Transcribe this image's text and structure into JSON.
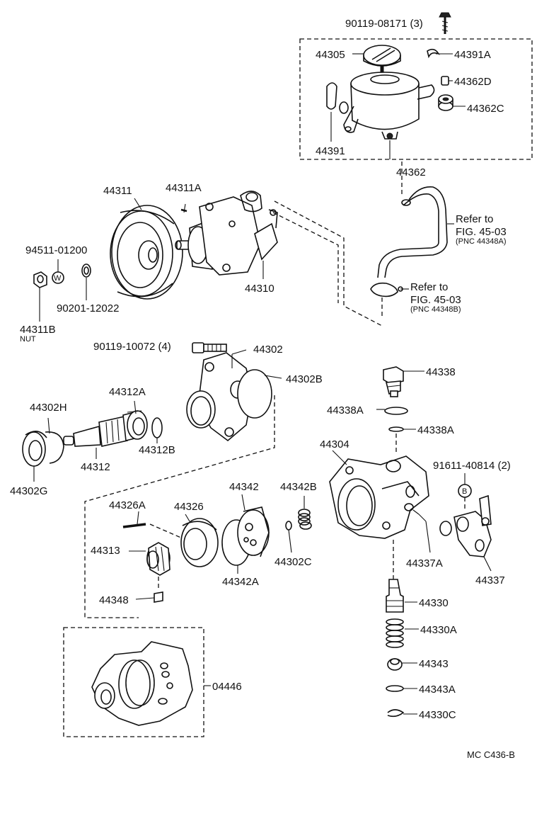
{
  "diagram": {
    "labels": {
      "l90119_08171": "90119-08171 (3)",
      "l44305": "44305",
      "l44391A": "44391A",
      "l44362D": "44362D",
      "l44362C": "44362C",
      "l44391": "44391",
      "l44362": "44362",
      "l44311": "44311",
      "l44311A": "44311A",
      "l44310": "44310",
      "l94511_01200": "94511-01200",
      "l90201_12022": "90201-12022",
      "l44311B": "44311B",
      "lNUT": "NUT",
      "l90119_10072": "90119-10072 (4)",
      "l44302": "44302",
      "l44302B": "44302B",
      "l44302H": "44302H",
      "l44312A": "44312A",
      "l44312B": "44312B",
      "l44312": "44312",
      "l44302G": "44302G",
      "l44338": "44338",
      "l44338A_1": "44338A",
      "l44338A_2": "44338A",
      "l44304": "44304",
      "l91611_40814": "91611-40814 (2)",
      "l44326A": "44326A",
      "l44326": "44326",
      "l44342": "44342",
      "l44342B": "44342B",
      "l44313": "44313",
      "l44302C": "44302C",
      "l44342A": "44342A",
      "l44337A": "44337A",
      "l44337": "44337",
      "l44348": "44348",
      "l44330": "44330",
      "l44330A": "44330A",
      "l04446": "04446",
      "l44343": "44343",
      "l44343A": "44343A",
      "l44330C": "44330C",
      "circleW": "W",
      "circleB": "B"
    },
    "refs": [
      {
        "line1": "Refer to",
        "line2": "FIG. 45-03",
        "pnc": "(PNC 44348A)"
      },
      {
        "line1": "Refer to",
        "line2": "FIG. 45-03",
        "pnc": "(PNC 44348B)"
      }
    ],
    "code": "MC  C436-B"
  }
}
